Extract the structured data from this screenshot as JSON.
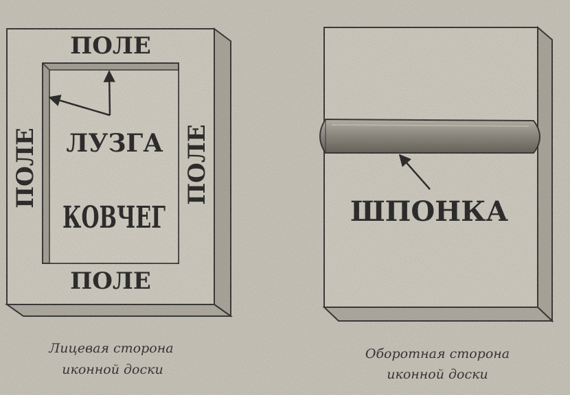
{
  "front": {
    "label_top": "ПОЛЕ",
    "label_bottom": "ПОЛЕ",
    "label_left": "ПОЛЕ",
    "label_right": "ПОЛЕ",
    "label_luzga": "ЛУЗГА",
    "label_kovcheg": "КОВЧЕГ",
    "caption_line1": "Лицевая сторона",
    "caption_line2": "иконной доски"
  },
  "back": {
    "label_shponka": "ШПОНКА",
    "caption_line1": "Оборотная сторона",
    "caption_line2": "иконной доски"
  },
  "colors": {
    "paper": "#cac6bb",
    "board_face": "#d1cdc2",
    "board_side": "#a7a398",
    "outline": "#2a2a2a",
    "dowel": "#7f7b72"
  }
}
